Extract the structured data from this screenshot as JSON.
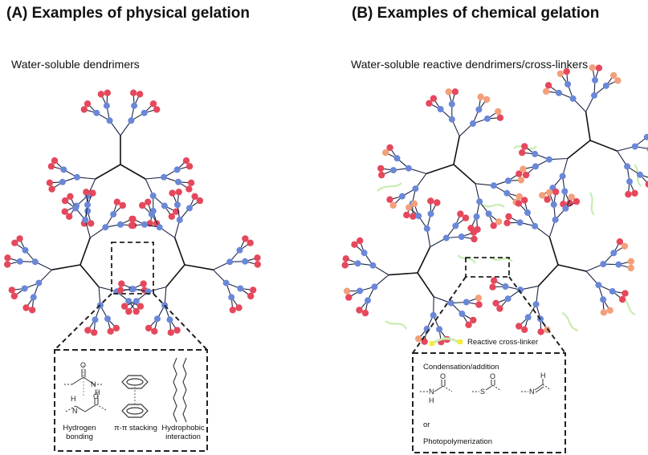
{
  "panel_a": {
    "title": "(A) Examples of physical gelation",
    "subtitle": "Water-soluble dendrimers",
    "box_labels": {
      "hydrogen": "Hydrogen bonding",
      "pi": "π-π stacking",
      "hydrophobic": "Hydrophobic interaction"
    }
  },
  "panel_b": {
    "title": "(B) Examples of chemical gelation",
    "subtitle": "Water-soluble reactive dendrimers/cross-linkers",
    "legend_label": "Reactive cross-linker",
    "box_labels": {
      "condensation": "Condensation/addition",
      "or": "or",
      "photo": "Photopolymerization"
    }
  },
  "colors": {
    "node_blue": "#6a87d8",
    "end_red": "#e5485c",
    "end_orange": "#f3a07c",
    "crosslinker_green": "#c8ecb0",
    "crosslinker_yellow": "#f2ee3c"
  }
}
